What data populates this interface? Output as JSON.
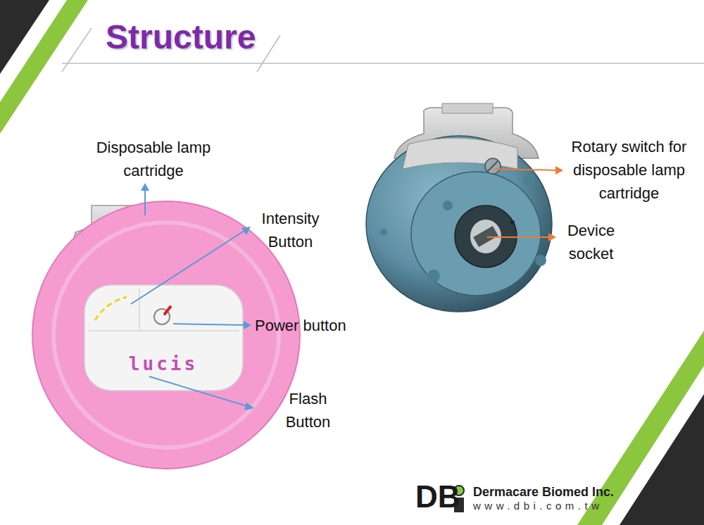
{
  "diagram": {
    "title": "Structure",
    "labels": [
      "Disposable lamp cartridge",
      "Intensity Button",
      "Power button",
      "Flash Button",
      "lucis",
      "Rotary switch for disposable lamp cartridge",
      "Device socket",
      "DB",
      "Dermacare Biomed Inc.",
      "www.dbi.com.tw"
    ]
  }
}
